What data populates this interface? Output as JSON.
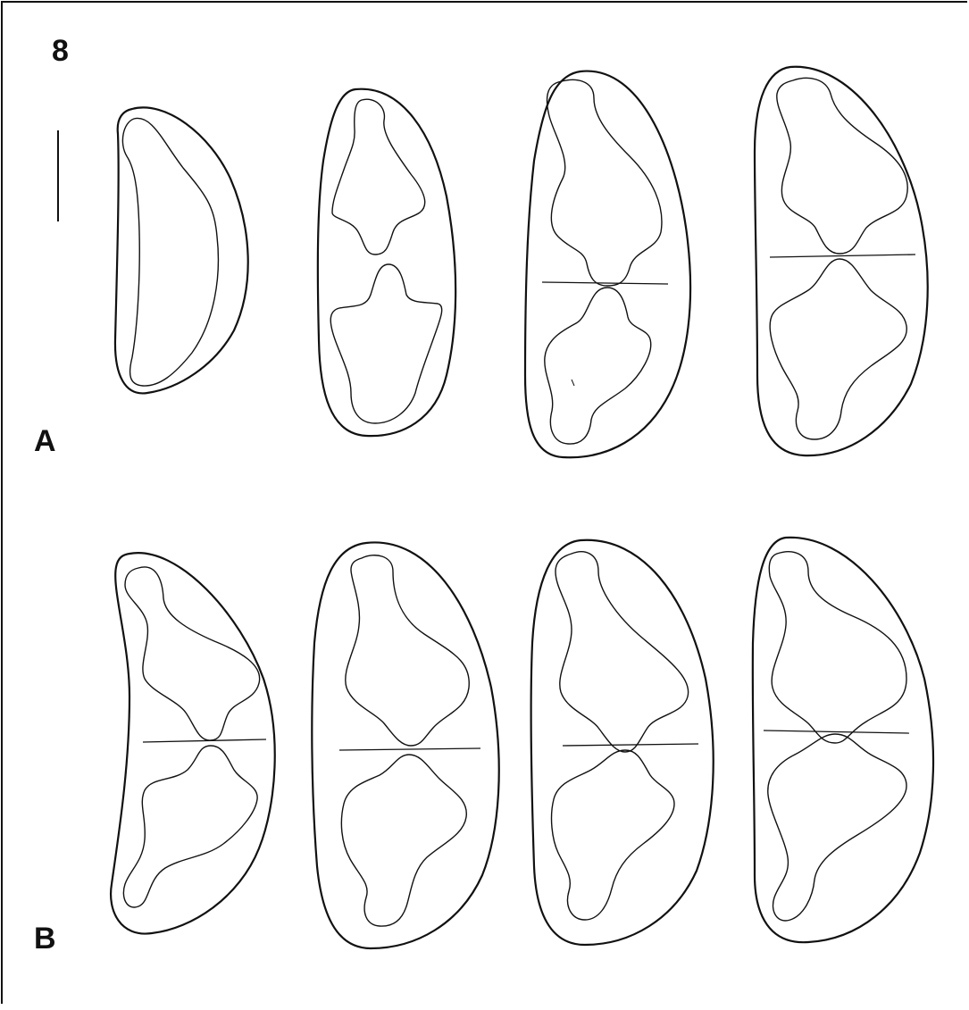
{
  "figure": {
    "number": "8",
    "rows": [
      {
        "label": "A",
        "specimens": 4
      },
      {
        "label": "B",
        "specimens": 4
      }
    ],
    "colors": {
      "ink": "#111111",
      "background": "#ffffff"
    }
  }
}
